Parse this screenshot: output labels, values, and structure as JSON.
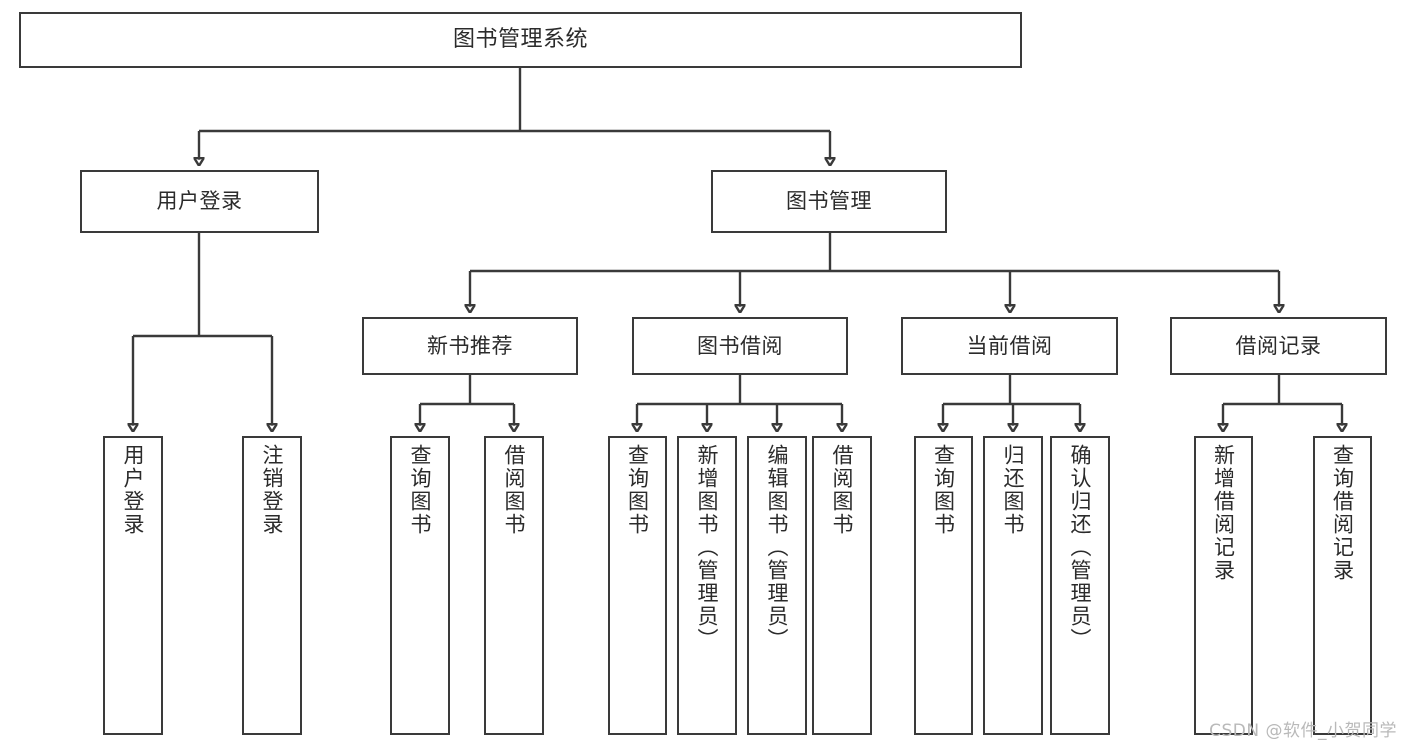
{
  "diagram": {
    "type": "hierarchy-tree",
    "title": "图书管理系统",
    "root": {
      "id": "root",
      "label": "图书管理系统"
    },
    "level2": [
      {
        "id": "user-login",
        "label": "用户登录"
      },
      {
        "id": "book-manage",
        "label": "图书管理"
      }
    ],
    "level3": [
      {
        "id": "new-book-recommend",
        "label": "新书推荐",
        "parent": "book-manage"
      },
      {
        "id": "book-borrow",
        "label": "图书借阅",
        "parent": "book-manage"
      },
      {
        "id": "current-borrow",
        "label": "当前借阅",
        "parent": "book-manage"
      },
      {
        "id": "borrow-record",
        "label": "借阅记录",
        "parent": "book-manage"
      }
    ],
    "leaves": {
      "user_login": [
        {
          "id": "leaf-user-login",
          "label": "用户登录"
        },
        {
          "id": "leaf-user-logout",
          "label": "注销登录"
        }
      ],
      "new_book_recommend": [
        {
          "id": "leaf-query-book-1",
          "label": "查询图书"
        },
        {
          "id": "leaf-borrow-book-1",
          "label": "借阅图书"
        }
      ],
      "book_borrow": [
        {
          "id": "leaf-query-book-2",
          "label": "查询图书"
        },
        {
          "id": "leaf-add-book",
          "label": "新增图书（管理员）"
        },
        {
          "id": "leaf-edit-book",
          "label": "编辑图书（管理员）"
        },
        {
          "id": "leaf-borrow-book-2",
          "label": "借阅图书"
        }
      ],
      "current_borrow": [
        {
          "id": "leaf-query-book-3",
          "label": "查询图书"
        },
        {
          "id": "leaf-return-book",
          "label": "归还图书"
        },
        {
          "id": "leaf-confirm-return",
          "label": "确认归还（管理员）"
        }
      ],
      "borrow_record": [
        {
          "id": "leaf-add-record",
          "label": "新增借阅记录"
        },
        {
          "id": "leaf-query-record",
          "label": "查询借阅记录"
        }
      ]
    }
  },
  "watermark": {
    "text": "CSDN @软件_小贺同学"
  },
  "colors": {
    "stroke": "#3a3a3a",
    "background": "#ffffff",
    "text": "#2b2b2b",
    "watermark": "#b9b9b9"
  }
}
